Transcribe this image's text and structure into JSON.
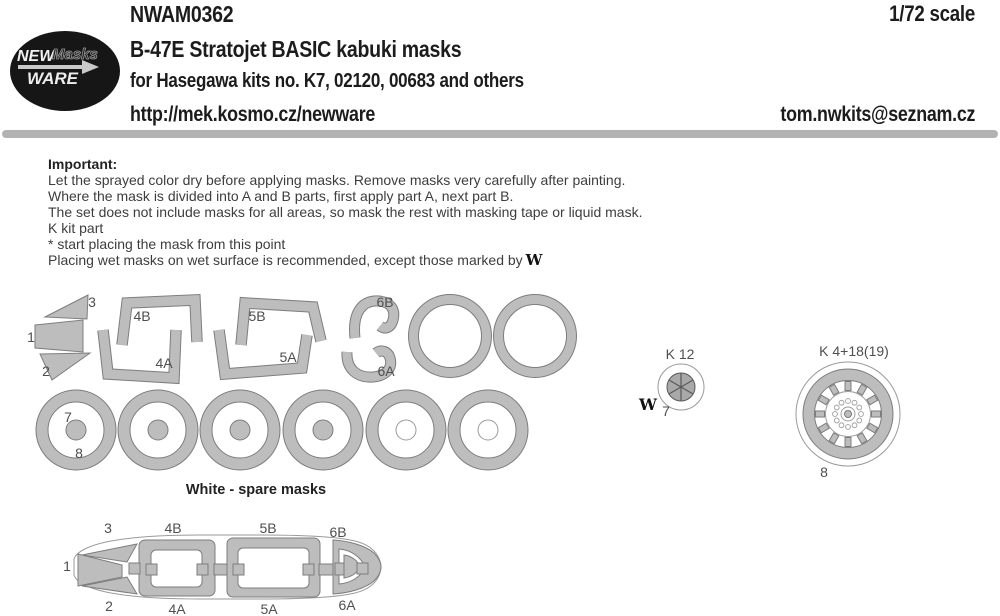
{
  "header": {
    "code": "NWAM0362",
    "scale": "1/72 scale",
    "title": "B-47E Stratojet BASIC kabuki masks",
    "subtitle": "for Hasegawa kits no. K7, 02120, 00683 and others",
    "url": "http://mek.kosmo.cz/newware",
    "email": "tom.nwkits@seznam.cz",
    "logo": {
      "word1": "NEW",
      "word2": "Masks",
      "word3": "WARE"
    }
  },
  "instructions": {
    "heading": "Important:",
    "lines": [
      "Let the sprayed color dry before applying masks. Remove masks very carefully after painting.",
      "Where the mask is divided into A and B parts, first apply part A, next part B.",
      "The set does not include masks for all areas, so mask the rest with masking tape or liquid mask.",
      "K kit part",
      "*  start placing the mask from this point"
    ],
    "wet_text": "Placing wet masks on wet surface is recommended, except those marked by",
    "wet_mark": "W"
  },
  "sheet": {
    "part_labels": {
      "s3": "3",
      "s1": "1",
      "s2": "2",
      "s4b": "4B",
      "s4a": "4A",
      "s5b": "5B",
      "s5a": "5A",
      "s6b": "6B",
      "s6a": "6A",
      "c7": "7",
      "c8": "8"
    },
    "wheel_small": {
      "label": "K 12",
      "mark": "W",
      "num": "7"
    },
    "wheel_large": {
      "label": "K 4+18(19)",
      "num": "8"
    },
    "spare_note": "White - spare masks",
    "planview": {
      "p3": "3",
      "p1": "1",
      "p2": "2",
      "p4b": "4B",
      "p4a": "4A",
      "p5b": "5B",
      "p5a": "5A",
      "p6b": "6B",
      "p6a": "6A"
    }
  },
  "colors": {
    "mask_fill": "#bdbdbd",
    "mask_stroke": "#7d7d7d",
    "divider": "#b2b2b2",
    "ink": "#1c1c1c",
    "body": "#3d3d3d",
    "label": "#4f4f4f"
  }
}
